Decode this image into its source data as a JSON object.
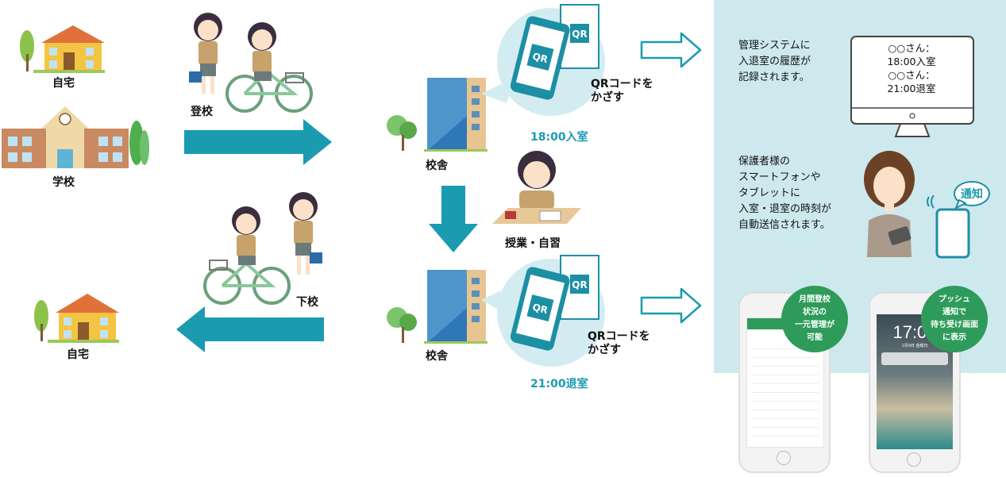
{
  "left": {
    "home_top_label": "自宅",
    "school_label": "学校",
    "home_bottom_label": "自宅",
    "go_to_school_label": "登校",
    "leave_school_label": "下校"
  },
  "middle": {
    "building_top_label": "校舎",
    "building_bottom_label": "校舎",
    "qr_label_top": "QRコードを\nかざす",
    "qr_label_bottom": "QRコードを\nかざす",
    "entry_time": "18:00入室",
    "exit_time": "21:00退室",
    "study_label": "授業・自習",
    "qr_card_text": "QR"
  },
  "right": {
    "system_text": "管理システムに\n入退室の履歴が\n記録されます。",
    "monitor_lines": [
      "○○さん：",
      "18:00入室",
      "○○さん：",
      "21:00退室"
    ],
    "guardian_text": "保護者様の\nスマートフォンや\nタブレットに\n入室・退室の時刻が\n自動送信されます。",
    "notice_label": "通知",
    "bubble_left": "月間登校\n状況の\n一元管理が\n可能",
    "bubble_right": "プッシュ\n通知で\n待ち受け画面\nに表示",
    "lock_time": "17:00",
    "lock_date": "1月9日 金曜日"
  },
  "colors": {
    "arrow_teal": "#1a9bb0",
    "panel_bg": "#cde9ee",
    "bubble_bg": "#d3ecf1",
    "phone_teal": "#1d8fa5",
    "green": "#2e9b5a"
  }
}
